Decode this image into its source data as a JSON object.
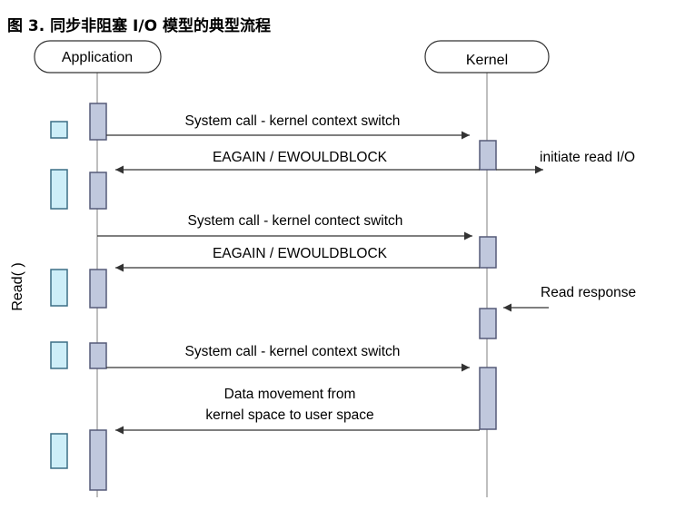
{
  "figure": {
    "title": "图 3. 同步非阻塞 I/O 模型的典型流程"
  },
  "lanes": {
    "application": "Application",
    "kernel": "Kernel"
  },
  "side_label": "Read( )",
  "messages": {
    "m1": "System call - kernel context switch",
    "m2": "EAGAIN / EWOULDBLOCK",
    "m3": "initiate read I/O",
    "m4": "System call - kernel contect switch",
    "m5": "EAGAIN / EWOULDBLOCK",
    "m6": "Read response",
    "m7": "System call - kernel context switch",
    "m8_line1": "Data movement from",
    "m8_line2": "kernel space to user space"
  },
  "colors": {
    "activation": "#c0c8dd",
    "activation_border": "#555a78",
    "user_block": "#cdeef8",
    "user_block_border": "#3b6f86",
    "lifeline": "#aaaaaa",
    "arrow": "#333333"
  }
}
